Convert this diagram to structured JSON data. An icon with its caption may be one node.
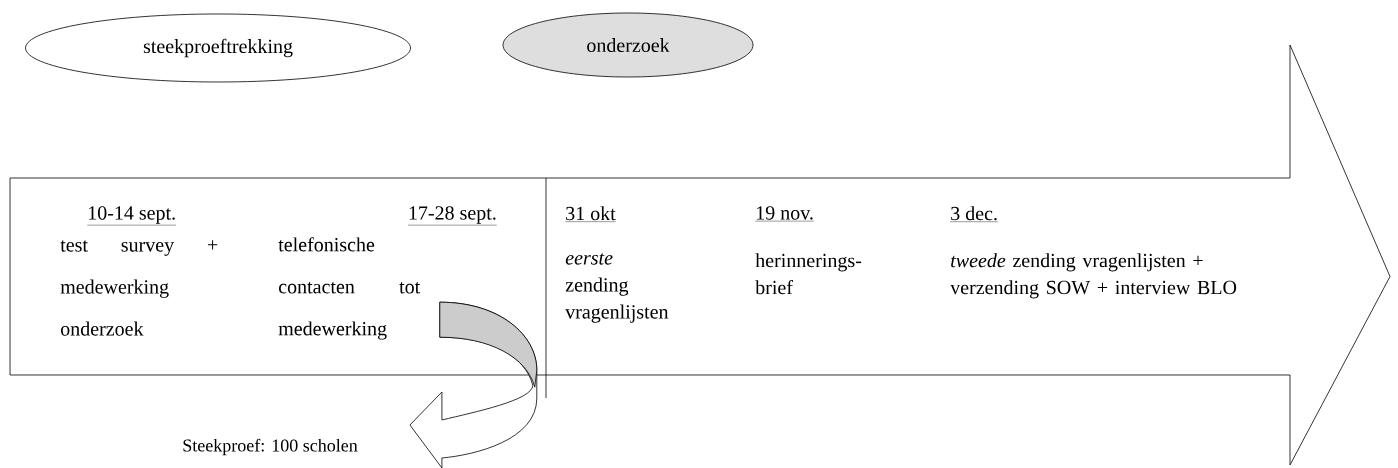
{
  "diagram": {
    "nodes": [
      {
        "text": [
          "steekproeftrekking"
        ]
      },
      {
        "text": [
          "onderzoek"
        ]
      },
      {
        "text": [
          "10-14 sept.",
          "test survey + medewerking onderzoek",
          "17-28 sept.",
          "telefonische contacten tot medewerking",
          "31 okt",
          "*eerste* zending vragenlijsten",
          "19 nov.",
          "herinnerings- brief",
          "3 dec.",
          "*tweede* zending vragenlijsten + verzending SOW + interview BLO"
        ]
      },
      {
        "text": [
          "Steekproef: 100 scholen"
        ]
      }
    ],
    "edges": [
      {
        "from": 2,
        "to": 3,
        "arrow": "to"
      }
    ]
  }
}
